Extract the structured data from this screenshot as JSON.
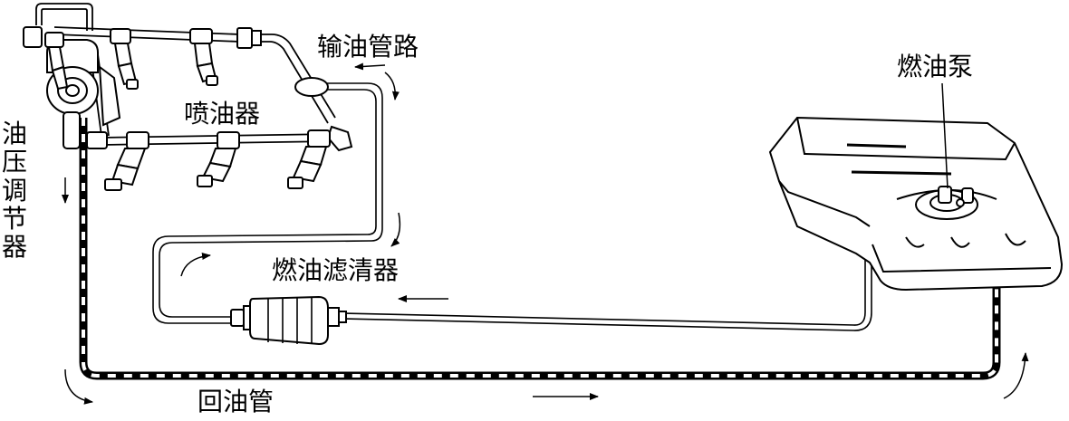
{
  "labels": {
    "delivery_line": "输油管路",
    "injectors": "喷油器",
    "pressure_regulator": "油压调节器",
    "fuel_pump": "燃油泵",
    "fuel_filter": "燃油滤清器",
    "return_line": "回油管"
  },
  "colors": {
    "line": "#000000",
    "background": "#ffffff"
  }
}
